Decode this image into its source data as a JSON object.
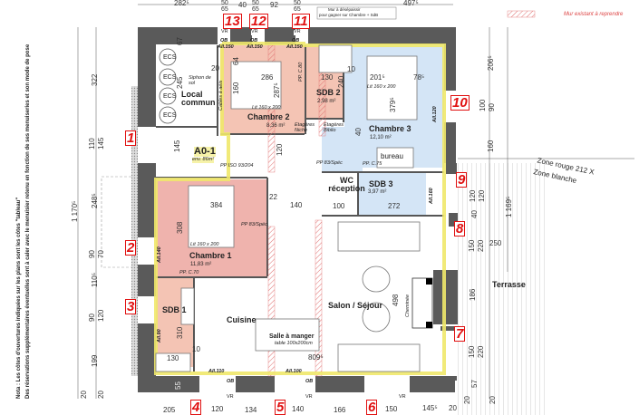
{
  "legend": {
    "label": "Mur existant à reprendre",
    "color": "#e07070"
  },
  "note_box": {
    "line1": "Mur à désépaissir",
    "line2": "pour gagner sur Chambre + SdB"
  },
  "side_note": {
    "line1": "Nota : Les côtes d'ouvertures indiquées sur les plans sont les côtes \"tableau\"",
    "line2": "Des réservations supplémentaires éventuelles sont à caler avec le menuisier retenu en fonction de ses menuiseries et son mode de pose"
  },
  "colors": {
    "wall": "#5a5a5a",
    "pink_room": "#f4c4b4",
    "rose_room": "#efb3ad",
    "blue_room": "#d4e5f6",
    "outline": "#efe86a",
    "window_number": "#e01010"
  },
  "rooms": {
    "local": {
      "name": "Local commun",
      "items": [
        "ECS",
        "ECS",
        "ECS",
        "ECS"
      ],
      "siphon": "Siphon de sol",
      "cables": "Cables à aéis"
    },
    "a01": {
      "name": "A0-1",
      "area": "env. 86m²",
      "door": "PP ISO 93/204"
    },
    "chambre2": {
      "name": "Chambre 2",
      "area": "8,36 m²",
      "bed": "Lit 160 x 200"
    },
    "sdb2": {
      "name": "SDB 2",
      "area": "2,98 m²"
    },
    "chambre3": {
      "name": "Chambre 3",
      "area": "12,10 m²",
      "bed": "Lit 160 x 200",
      "desk": "bureau"
    },
    "wc": {
      "name": "WC réception"
    },
    "sdb3": {
      "name": "SDB 3",
      "area": "3,97 m²"
    },
    "chambre1": {
      "name": "Chambre 1",
      "area": "11,83 m²",
      "bed": "Lit 160 x 200",
      "door": "PP 83/Spéc",
      "door2": "PP. C.70"
    },
    "sdb1": {
      "name": "SDB 1"
    },
    "cuisine": {
      "name": "Cuisine"
    },
    "salle": {
      "name": "Salle à manger",
      "table": "table 100x200cm"
    },
    "salon": {
      "name": "Salon / Séjour",
      "fireplace": "Cheminée"
    },
    "terrasse": {
      "name": "Terrasse"
    },
    "shelves1": "Etagères Niche",
    "shelves2": "Etagères Biblio",
    "pp1": "PP 83/Spéc",
    "pp2": "PP. C.75",
    "pp3": "PP. C.80"
  },
  "zones": {
    "red": "Zone rouge 212 X",
    "white": "Zone blanche"
  },
  "windows": [
    "1",
    "2",
    "3",
    "4",
    "5",
    "6",
    "7",
    "8",
    "9",
    "10",
    "11",
    "12",
    "13"
  ],
  "window_labels": {
    "vr": "VR",
    "ob": "OB",
    "all150": "All.150",
    "all140": "All.140",
    "all110": "All.110",
    "all100": "All.100",
    "all120": "All.120",
    "all160": "All.160",
    "all90": "All.90"
  },
  "dims": {
    "top": [
      "282⁵",
      "50",
      "65",
      "40",
      "50",
      "65",
      "92",
      "50",
      "65",
      "497⁵"
    ],
    "left": [
      "322",
      "110",
      "145",
      "248⁵",
      "90",
      "70",
      "110⁵",
      "90",
      "120",
      "199",
      "20",
      "20",
      "1 170⁵"
    ],
    "right": [
      "206⁵",
      "100",
      "90",
      "160",
      "120",
      "120",
      "40",
      "150",
      "220",
      "250",
      "1 169⁵",
      "186",
      "150",
      "220",
      "57",
      "20",
      "20"
    ],
    "bottom": [
      "205",
      "120",
      "134",
      "140",
      "166",
      "150",
      "145⁵",
      "20"
    ],
    "interior": [
      "67",
      "64",
      "20",
      "286",
      "287⁵",
      "160",
      "245",
      "130",
      "240",
      "10",
      "201⁵",
      "78⁵",
      "379⁵",
      "145",
      "120",
      "384",
      "308",
      "140",
      "22",
      "100",
      "272",
      "498",
      "809⁵",
      "310",
      "130",
      "10",
      "55",
      "40"
    ]
  }
}
